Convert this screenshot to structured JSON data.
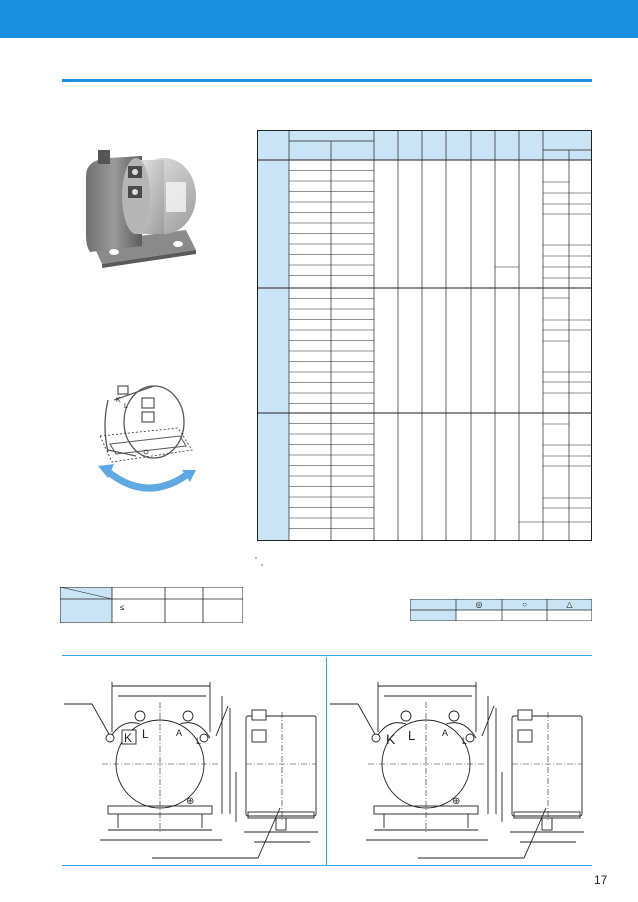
{
  "page": {
    "page_number": "17"
  },
  "notes": {
    "note1": "*",
    "note2": "*"
  },
  "small_table": {
    "cell_symbol": "≤"
  },
  "legend": {
    "sym1": "◎",
    "sym2": "○",
    "sym3": "△"
  },
  "drawing_left": {
    "label_k": "K",
    "label_l": "L",
    "label_a": "A",
    "label_b": "L"
  },
  "drawing_right": {
    "label_k": "K",
    "label_l": "L",
    "label_a": "A",
    "label_b": "L"
  },
  "colors": {
    "accent": "#1a8fe0",
    "table_header": "#c9e4f5",
    "rule": "#1d8ee3"
  }
}
